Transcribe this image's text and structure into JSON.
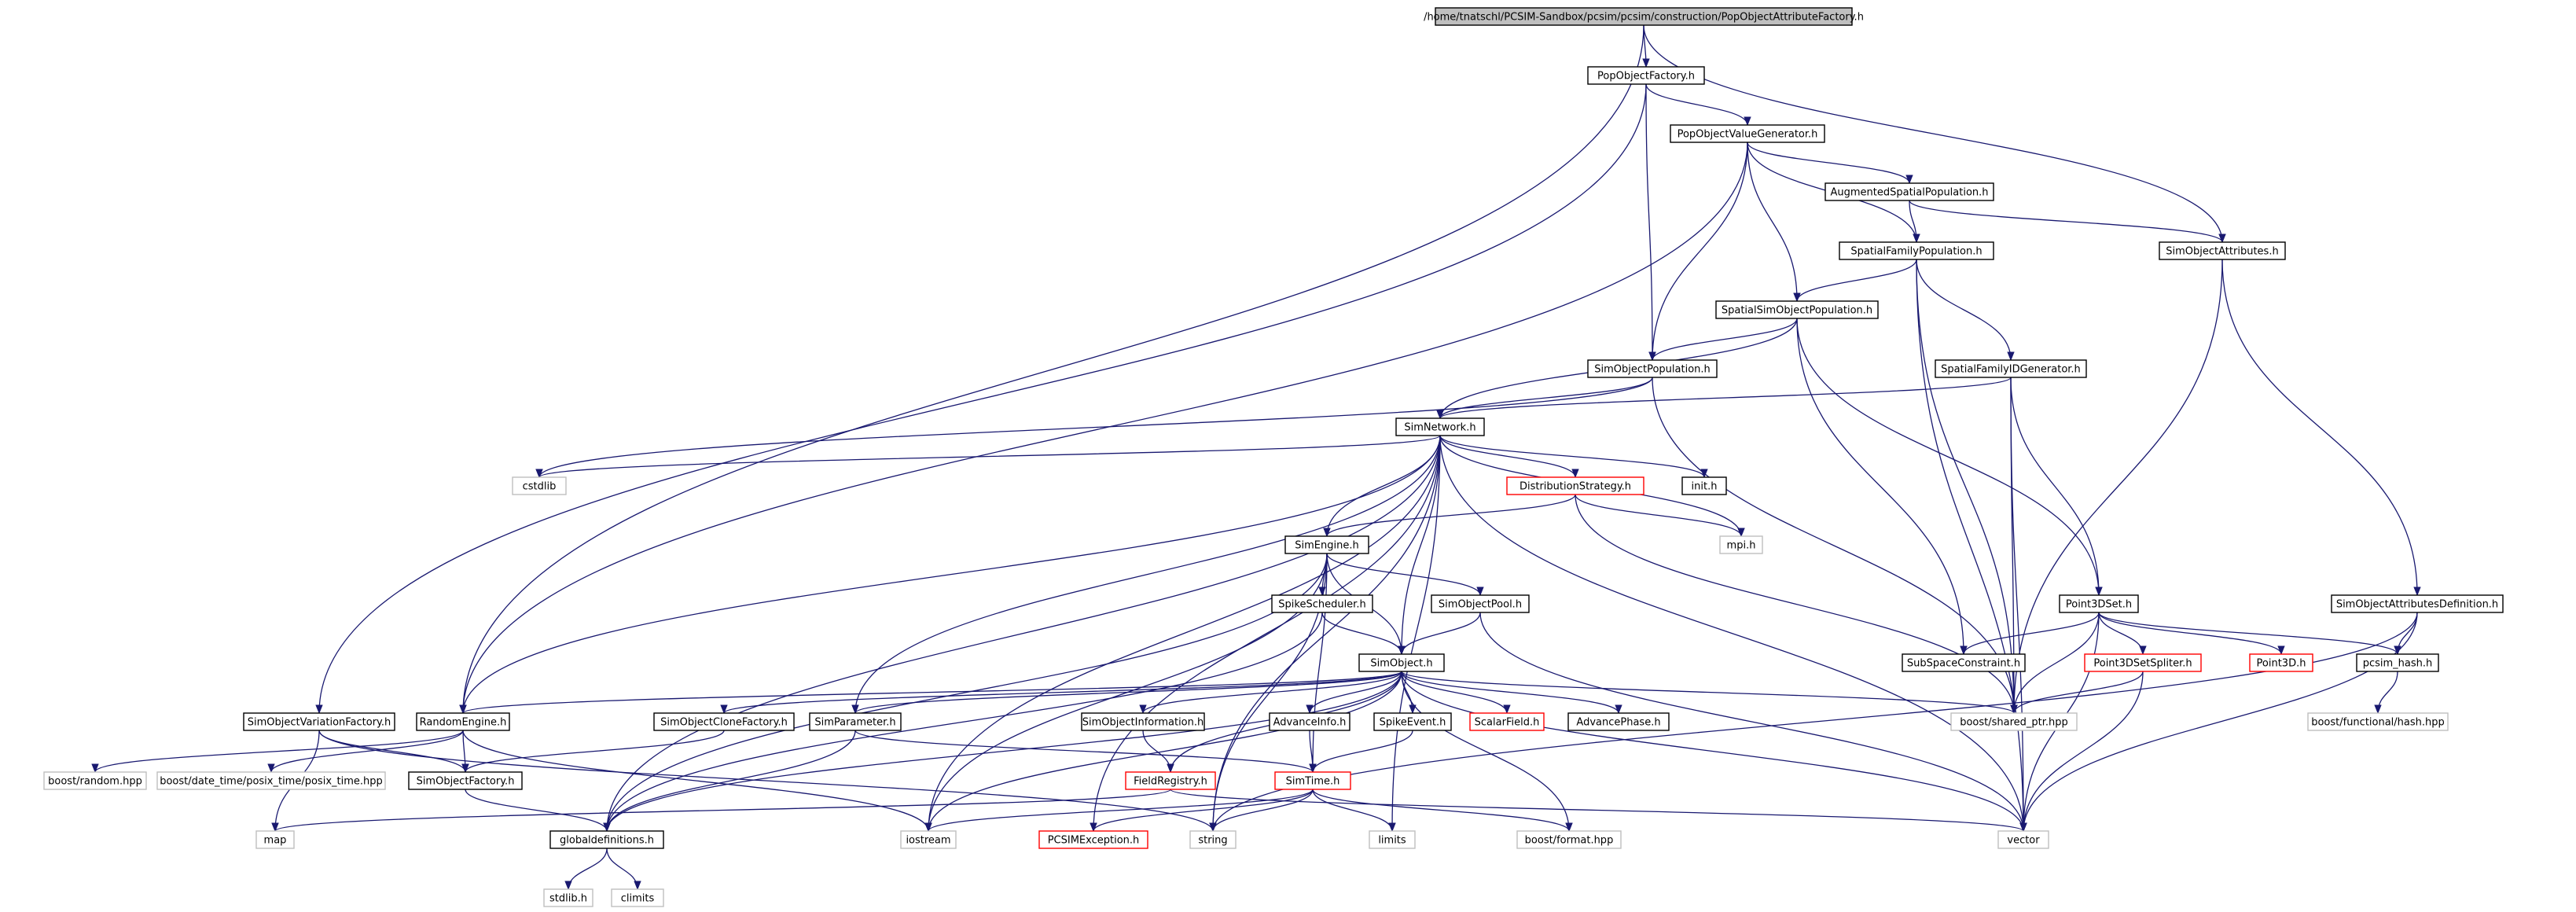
{
  "colors": {
    "edge": "#191970",
    "local_border": "#000000",
    "system_border": "#bfbfbf",
    "red_border": "#ff0000",
    "root_fill": "#bfbfbf"
  },
  "nodes": [
    {
      "id": "root",
      "label": "/home/tnatschl/PCSIM-Sandbox/pcsim/pcsim/construction/PopObjectAttributeFactory.h",
      "kind": "root"
    },
    {
      "id": "popfactory",
      "label": "PopObjectFactory.h",
      "kind": "local"
    },
    {
      "id": "popvalgen",
      "label": "PopObjectValueGenerator.h",
      "kind": "local"
    },
    {
      "id": "augpop",
      "label": "AugmentedSpatialPopulation.h",
      "kind": "local"
    },
    {
      "id": "simobjattr",
      "label": "SimObjectAttributes.h",
      "kind": "local"
    },
    {
      "id": "spatfampop",
      "label": "SpatialFamilyPopulation.h",
      "kind": "local"
    },
    {
      "id": "spatsimpop",
      "label": "SpatialSimObjectPopulation.h",
      "kind": "local"
    },
    {
      "id": "simobjpop",
      "label": "SimObjectPopulation.h",
      "kind": "local"
    },
    {
      "id": "spatfamid",
      "label": "SpatialFamilyIDGenerator.h",
      "kind": "local"
    },
    {
      "id": "simnetwork",
      "label": "SimNetwork.h",
      "kind": "local"
    },
    {
      "id": "cstdlib",
      "label": "cstdlib",
      "kind": "system"
    },
    {
      "id": "diststrat",
      "label": "DistributionStrategy.h",
      "kind": "red"
    },
    {
      "id": "inith",
      "label": "init.h",
      "kind": "local"
    },
    {
      "id": "mpih",
      "label": "mpi.h",
      "kind": "system"
    },
    {
      "id": "simengine",
      "label": "SimEngine.h",
      "kind": "local"
    },
    {
      "id": "spikesched",
      "label": "SpikeScheduler.h",
      "kind": "local"
    },
    {
      "id": "simobjpool",
      "label": "SimObjectPool.h",
      "kind": "local"
    },
    {
      "id": "point3dset",
      "label": "Point3DSet.h",
      "kind": "local"
    },
    {
      "id": "simobjattrdef",
      "label": "SimObjectAttributesDefinition.h",
      "kind": "local"
    },
    {
      "id": "simobject",
      "label": "SimObject.h",
      "kind": "local"
    },
    {
      "id": "subspace",
      "label": "SubSpaceConstraint.h",
      "kind": "local"
    },
    {
      "id": "p3dsplit",
      "label": "Point3DSetSpliter.h",
      "kind": "red"
    },
    {
      "id": "point3d",
      "label": "Point3D.h",
      "kind": "red"
    },
    {
      "id": "pcsimhash",
      "label": "pcsim_hash.h",
      "kind": "local"
    },
    {
      "id": "simobjvarfac",
      "label": "SimObjectVariationFactory.h",
      "kind": "local"
    },
    {
      "id": "randeng",
      "label": "RandomEngine.h",
      "kind": "local"
    },
    {
      "id": "cloneFac",
      "label": "SimObjectCloneFactory.h",
      "kind": "local"
    },
    {
      "id": "simparam",
      "label": "SimParameter.h",
      "kind": "local"
    },
    {
      "id": "simobjinfo",
      "label": "SimObjectInformation.h",
      "kind": "local"
    },
    {
      "id": "advinfo",
      "label": "AdvanceInfo.h",
      "kind": "local"
    },
    {
      "id": "spikeevent",
      "label": "SpikeEvent.h",
      "kind": "local"
    },
    {
      "id": "scalarfield",
      "label": "ScalarField.h",
      "kind": "red"
    },
    {
      "id": "advphase",
      "label": "AdvancePhase.h",
      "kind": "local"
    },
    {
      "id": "sharedptr",
      "label": "boost/shared_ptr.hpp",
      "kind": "system"
    },
    {
      "id": "funchash",
      "label": "boost/functional/hash.hpp",
      "kind": "system"
    },
    {
      "id": "boostrandom",
      "label": "boost/random.hpp",
      "kind": "system"
    },
    {
      "id": "posixtime",
      "label": "boost/date_time/posix_time/posix_time.hpp",
      "kind": "system"
    },
    {
      "id": "simobjfac",
      "label": "SimObjectFactory.h",
      "kind": "local"
    },
    {
      "id": "fieldreg",
      "label": "FieldRegistry.h",
      "kind": "red"
    },
    {
      "id": "simtime",
      "label": "SimTime.h",
      "kind": "red"
    },
    {
      "id": "map",
      "label": "map",
      "kind": "system"
    },
    {
      "id": "globaldefs",
      "label": "globaldefinitions.h",
      "kind": "local"
    },
    {
      "id": "iostream",
      "label": "iostream",
      "kind": "system"
    },
    {
      "id": "pcsimexc",
      "label": "PCSIMException.h",
      "kind": "red"
    },
    {
      "id": "string",
      "label": "string",
      "kind": "system"
    },
    {
      "id": "limits",
      "label": "limits",
      "kind": "system"
    },
    {
      "id": "boostformat",
      "label": "boost/format.hpp",
      "kind": "system"
    },
    {
      "id": "vector",
      "label": "vector",
      "kind": "system"
    },
    {
      "id": "stdlib",
      "label": "stdlib.h",
      "kind": "system"
    },
    {
      "id": "climits",
      "label": "climits",
      "kind": "system"
    }
  ],
  "edges": [
    [
      "root",
      "popfactory"
    ],
    [
      "root",
      "randeng"
    ],
    [
      "root",
      "simobjattr"
    ],
    [
      "popfactory",
      "popvalgen"
    ],
    [
      "popfactory",
      "simobjpop"
    ],
    [
      "popfactory",
      "simobjvarfac"
    ],
    [
      "popvalgen",
      "augpop"
    ],
    [
      "popvalgen",
      "spatfampop"
    ],
    [
      "popvalgen",
      "spatsimpop"
    ],
    [
      "popvalgen",
      "simobjpop"
    ],
    [
      "popvalgen",
      "randeng"
    ],
    [
      "augpop",
      "spatfampop"
    ],
    [
      "augpop",
      "simobjattr"
    ],
    [
      "simobjattr",
      "sharedptr"
    ],
    [
      "simobjattr",
      "simobjattrdef"
    ],
    [
      "spatfampop",
      "spatsimpop"
    ],
    [
      "spatfampop",
      "spatfamid"
    ],
    [
      "spatfampop",
      "sharedptr"
    ],
    [
      "spatfampop",
      "vector"
    ],
    [
      "spatsimpop",
      "simobjpop"
    ],
    [
      "spatsimpop",
      "simnetwork"
    ],
    [
      "spatsimpop",
      "point3dset"
    ],
    [
      "spatsimpop",
      "subspace"
    ],
    [
      "simobjpop",
      "simnetwork"
    ],
    [
      "simobjpop",
      "cstdlib"
    ],
    [
      "simobjpop",
      "sharedptr"
    ],
    [
      "spatfamid",
      "simnetwork"
    ],
    [
      "spatfamid",
      "point3dset"
    ],
    [
      "spatfamid",
      "sharedptr"
    ],
    [
      "spatfamid",
      "vector"
    ],
    [
      "simnetwork",
      "cstdlib"
    ],
    [
      "simnetwork",
      "diststrat"
    ],
    [
      "simnetwork",
      "inith"
    ],
    [
      "simnetwork",
      "mpih"
    ],
    [
      "simnetwork",
      "simengine"
    ],
    [
      "simnetwork",
      "simobject"
    ],
    [
      "simnetwork",
      "randeng"
    ],
    [
      "simnetwork",
      "simparam"
    ],
    [
      "simnetwork",
      "iostream"
    ],
    [
      "simnetwork",
      "pcsimexc"
    ],
    [
      "simnetwork",
      "globaldefs"
    ],
    [
      "simnetwork",
      "vector"
    ],
    [
      "simnetwork",
      "limits"
    ],
    [
      "simnetwork",
      "string"
    ],
    [
      "diststrat",
      "simengine"
    ],
    [
      "diststrat",
      "mpih"
    ],
    [
      "diststrat",
      "sharedptr"
    ],
    [
      "simengine",
      "spikesched"
    ],
    [
      "simengine",
      "simobjpool"
    ],
    [
      "simengine",
      "simobject"
    ],
    [
      "simengine",
      "globaldefs"
    ],
    [
      "simengine",
      "iostream"
    ],
    [
      "simengine",
      "string"
    ],
    [
      "simengine",
      "simtime"
    ],
    [
      "spikesched",
      "simobject"
    ],
    [
      "spikesched",
      "globaldefs"
    ],
    [
      "simobjpool",
      "simobject"
    ],
    [
      "simobjpool",
      "vector"
    ],
    [
      "point3dset",
      "subspace"
    ],
    [
      "point3dset",
      "p3dsplit"
    ],
    [
      "point3dset",
      "point3d"
    ],
    [
      "point3dset",
      "pcsimhash"
    ],
    [
      "point3dset",
      "sharedptr"
    ],
    [
      "point3dset",
      "vector"
    ],
    [
      "simobjattrdef",
      "pcsimhash"
    ],
    [
      "simobjattrdef",
      "vector"
    ],
    [
      "simobjattrdef",
      "string"
    ],
    [
      "simobject",
      "randeng"
    ],
    [
      "simobject",
      "cloneFac"
    ],
    [
      "simobject",
      "simparam"
    ],
    [
      "simobject",
      "simobjinfo"
    ],
    [
      "simobject",
      "advinfo"
    ],
    [
      "simobject",
      "spikeevent"
    ],
    [
      "simobject",
      "scalarfield"
    ],
    [
      "simobject",
      "advphase"
    ],
    [
      "simobject",
      "sharedptr"
    ],
    [
      "simobject",
      "fieldreg"
    ],
    [
      "simobject",
      "iostream"
    ],
    [
      "simobject",
      "globaldefs"
    ],
    [
      "simobject",
      "vector"
    ],
    [
      "simobject",
      "boostformat"
    ],
    [
      "p3dsplit",
      "sharedptr"
    ],
    [
      "p3dsplit",
      "vector"
    ],
    [
      "pcsimhash",
      "funchash"
    ],
    [
      "simobjvarfac",
      "simobjfac"
    ],
    [
      "simobjvarfac",
      "map"
    ],
    [
      "simobjvarfac",
      "string"
    ],
    [
      "randeng",
      "boostrandom"
    ],
    [
      "randeng",
      "posixtime"
    ],
    [
      "randeng",
      "simobjfac"
    ],
    [
      "randeng",
      "iostream"
    ],
    [
      "cloneFac",
      "simobjfac"
    ],
    [
      "simparam",
      "simtime"
    ],
    [
      "simparam",
      "globaldefs"
    ],
    [
      "simobjinfo",
      "fieldreg"
    ],
    [
      "advinfo",
      "simtime"
    ],
    [
      "spikeevent",
      "simtime"
    ],
    [
      "simobjfac",
      "globaldefs"
    ],
    [
      "fieldreg",
      "map"
    ],
    [
      "fieldreg",
      "vector"
    ],
    [
      "simtime",
      "iostream"
    ],
    [
      "simtime",
      "pcsimexc"
    ],
    [
      "simtime",
      "string"
    ],
    [
      "simtime",
      "limits"
    ],
    [
      "simtime",
      "boostformat"
    ],
    [
      "globaldefs",
      "stdlib"
    ],
    [
      "globaldefs",
      "climits"
    ]
  ]
}
